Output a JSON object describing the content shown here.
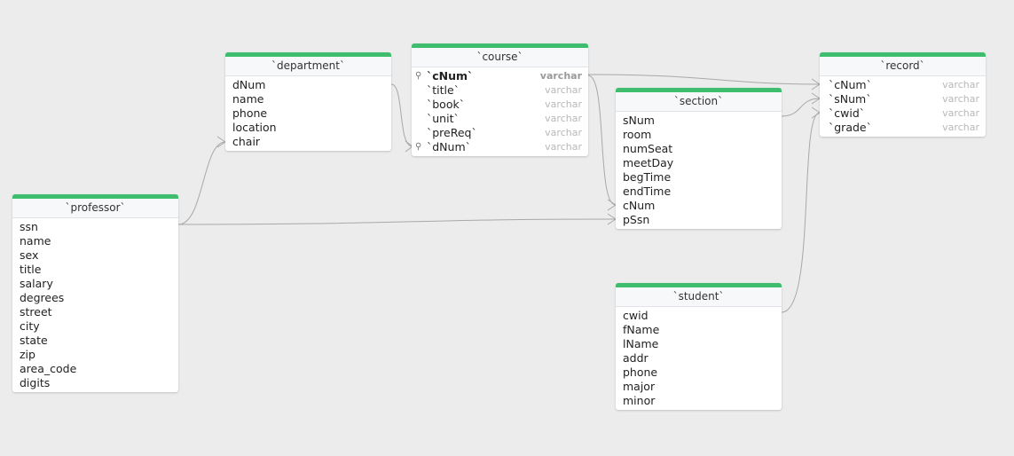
{
  "tables": {
    "department": {
      "title": "`department`",
      "columns": [
        {
          "name": "dNum"
        },
        {
          "name": "name"
        },
        {
          "name": "phone"
        },
        {
          "name": "location"
        },
        {
          "name": "chair"
        }
      ]
    },
    "course": {
      "title": "`course`",
      "columns": [
        {
          "name": "`cNum`",
          "type": "varchar",
          "key": "primary",
          "icon": "key-icon"
        },
        {
          "name": "`title`",
          "type": "varchar"
        },
        {
          "name": "`book`",
          "type": "varchar"
        },
        {
          "name": "`unit`",
          "type": "varchar"
        },
        {
          "name": "`preReq`",
          "type": "varchar"
        },
        {
          "name": "`dNum`",
          "type": "varchar",
          "key": "foreign",
          "icon": "foreign-key-icon"
        }
      ]
    },
    "section": {
      "title": "`section`",
      "columns": [
        {
          "name": "sNum"
        },
        {
          "name": "room"
        },
        {
          "name": "numSeat"
        },
        {
          "name": "meetDay"
        },
        {
          "name": "begTime"
        },
        {
          "name": "endTime"
        },
        {
          "name": "cNum"
        },
        {
          "name": "pSsn"
        }
      ]
    },
    "record": {
      "title": "`record`",
      "columns": [
        {
          "name": "`cNum`",
          "type": "varchar"
        },
        {
          "name": "`sNum`",
          "type": "varchar"
        },
        {
          "name": "`cwid`",
          "type": "varchar"
        },
        {
          "name": "`grade`",
          "type": "varchar"
        }
      ]
    },
    "professor": {
      "title": "`professor`",
      "columns": [
        {
          "name": "ssn"
        },
        {
          "name": "name"
        },
        {
          "name": "sex"
        },
        {
          "name": "title"
        },
        {
          "name": "salary"
        },
        {
          "name": "degrees"
        },
        {
          "name": "street"
        },
        {
          "name": "city"
        },
        {
          "name": "state"
        },
        {
          "name": "zip"
        },
        {
          "name": "area_code"
        },
        {
          "name": "digits"
        }
      ]
    },
    "student": {
      "title": "`student`",
      "columns": [
        {
          "name": "cwid"
        },
        {
          "name": "fName"
        },
        {
          "name": "lName"
        },
        {
          "name": "addr"
        },
        {
          "name": "phone"
        },
        {
          "name": "major"
        },
        {
          "name": "minor"
        }
      ]
    }
  },
  "colors": {
    "canvas": "#ececec",
    "header_accent": "#3dbd6d",
    "relation_line": "#a8a8a8",
    "type_text": "#b8b8b8"
  }
}
